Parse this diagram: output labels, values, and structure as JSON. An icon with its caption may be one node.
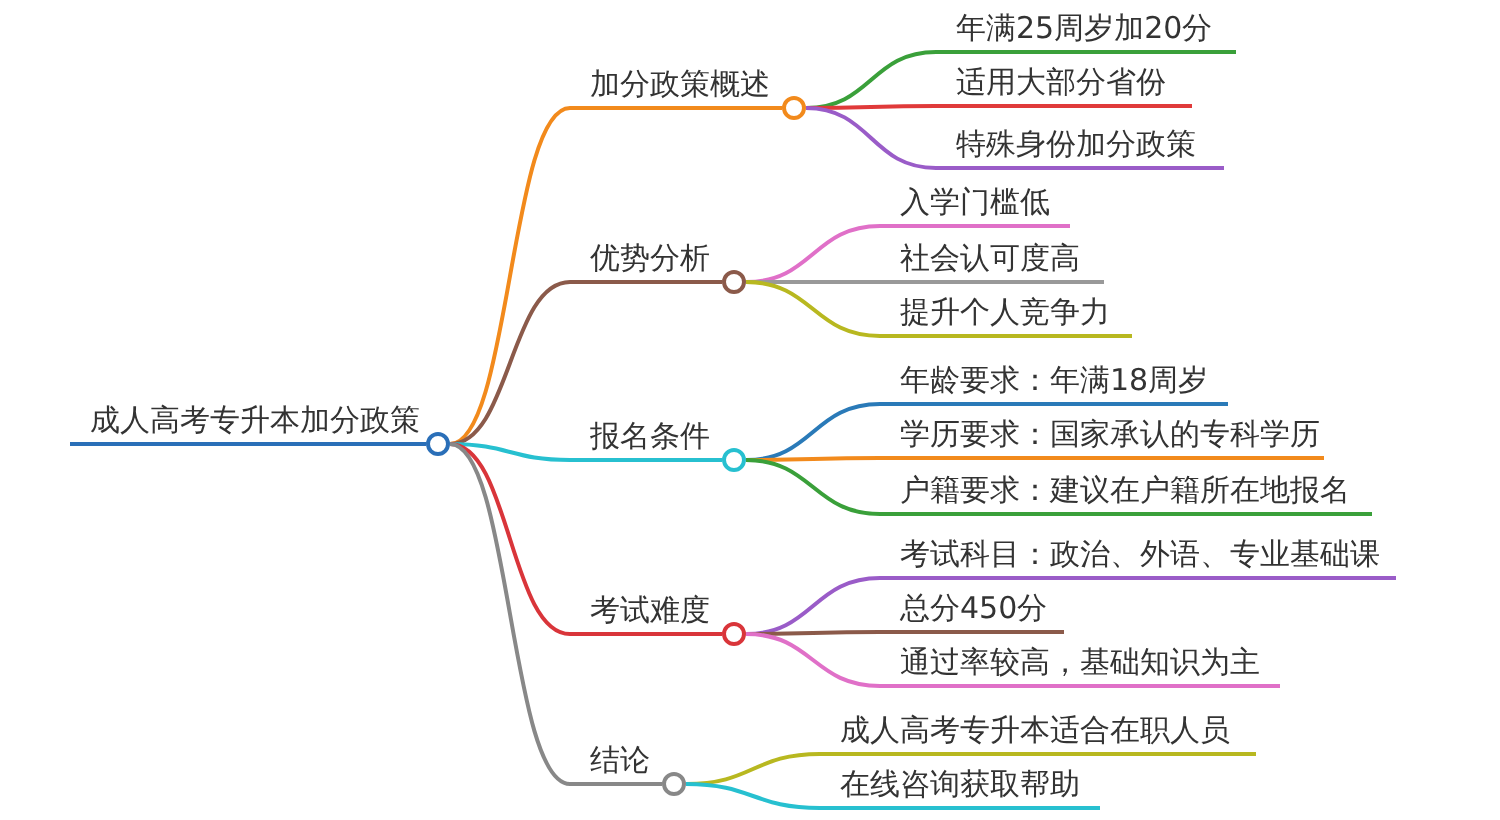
{
  "diagram": {
    "nodes": [
      {
        "text": [
          "成人高考专升本加分政策"
        ]
      },
      {
        "text": [
          "加分政策概述"
        ]
      },
      {
        "text": [
          "年满25周岁加20分"
        ]
      },
      {
        "text": [
          "适用大部分省份"
        ]
      },
      {
        "text": [
          "特殊身份加分政策"
        ]
      },
      {
        "text": [
          "优势分析"
        ]
      },
      {
        "text": [
          "入学门槛低"
        ]
      },
      {
        "text": [
          "社会认可度高"
        ]
      },
      {
        "text": [
          "提升个人竞争力"
        ]
      },
      {
        "text": [
          "报名条件"
        ]
      },
      {
        "text": [
          "年龄要求：年满18周岁"
        ]
      },
      {
        "text": [
          "学历要求：国家承认的专科学历"
        ]
      },
      {
        "text": [
          "户籍要求：建议在户籍所在地报名"
        ]
      },
      {
        "text": [
          "考试难度"
        ]
      },
      {
        "text": [
          "考试科目：政治、外语、专业基础课"
        ]
      },
      {
        "text": [
          "总分450分"
        ]
      },
      {
        "text": [
          "通过率较高，基础知识为主"
        ]
      },
      {
        "text": [
          "结论"
        ]
      },
      {
        "text": [
          "成人高考专升本适合在职人员"
        ]
      },
      {
        "text": [
          "在线咨询获取帮助"
        ]
      }
    ],
    "edges": [
      {
        "from": 0,
        "to": 1,
        "arrow": "none",
        "color": "#f28a1c"
      },
      {
        "from": 1,
        "to": 2,
        "arrow": "none",
        "color": "#3aa03a"
      },
      {
        "from": 1,
        "to": 3,
        "arrow": "none",
        "color": "#e03a3a"
      },
      {
        "from": 1,
        "to": 4,
        "arrow": "none",
        "color": "#9a5cc8"
      },
      {
        "from": 0,
        "to": 5,
        "arrow": "none",
        "color": "#8b5a4a"
      },
      {
        "from": 5,
        "to": 6,
        "arrow": "none",
        "color": "#e070c8"
      },
      {
        "from": 5,
        "to": 7,
        "arrow": "none",
        "color": "#999999"
      },
      {
        "from": 5,
        "to": 8,
        "arrow": "none",
        "color": "#b8b820"
      },
      {
        "from": 0,
        "to": 9,
        "arrow": "none",
        "color": "#27c0d0"
      },
      {
        "from": 9,
        "to": 10,
        "arrow": "none",
        "color": "#2a7ab8"
      },
      {
        "from": 9,
        "to": 11,
        "arrow": "none",
        "color": "#f28a1c"
      },
      {
        "from": 9,
        "to": 12,
        "arrow": "none",
        "color": "#3aa03a"
      },
      {
        "from": 0,
        "to": 13,
        "arrow": "none",
        "color": "#d9353a"
      },
      {
        "from": 13,
        "to": 14,
        "arrow": "none",
        "color": "#9a5cc8"
      },
      {
        "from": 13,
        "to": 15,
        "arrow": "none",
        "color": "#8b5a4a"
      },
      {
        "from": 13,
        "to": 16,
        "arrow": "none",
        "color": "#e070c8"
      },
      {
        "from": 0,
        "to": 17,
        "arrow": "none",
        "color": "#888888"
      },
      {
        "from": 17,
        "to": 18,
        "arrow": "none",
        "color": "#b8b820"
      },
      {
        "from": 17,
        "to": 19,
        "arrow": "none",
        "color": "#27c0d0"
      }
    ]
  }
}
